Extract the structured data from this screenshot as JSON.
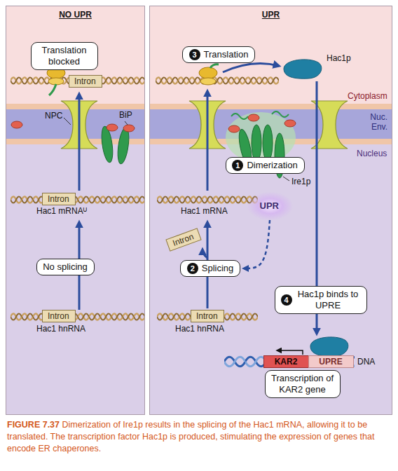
{
  "diagram": {
    "caption": "FIGURE 7.37 Dimerization of Ire1p results in the splicing of the Hac1 mRNA, allowing it to be translated. The transcription factor Hac1p is produced, stimulating the expression of genes that encode ER chaperones.",
    "nodes": [
      {
        "text": [
          "NO UPR"
        ]
      },
      {
        "text": [
          "Translation blocked"
        ],
        "in": 0
      },
      {
        "text": [
          "Intron"
        ],
        "in": 0
      },
      {
        "text": [
          "Intron"
        ],
        "in": 0
      },
      {
        "text": [
          "No splicing"
        ],
        "in": 0
      },
      {
        "text": [
          "Intron"
        ],
        "in": 0
      },
      {
        "text": [
          "UPR"
        ]
      },
      {
        "text": [
          "3",
          "Translation"
        ],
        "in": 6
      },
      {
        "text": [
          "1",
          "Dimerization"
        ],
        "in": 6
      },
      {
        "text": [
          "UPR"
        ],
        "in": 6
      },
      {
        "text": [
          "Intron"
        ],
        "in": 6
      },
      {
        "text": [
          "2",
          "Splicing"
        ],
        "in": 6
      },
      {
        "text": [
          "4",
          "Hac1p binds to UPRE"
        ],
        "in": 6
      },
      {
        "text": [
          "Intron"
        ],
        "in": 6
      },
      {
        "text": [
          "KAR2"
        ],
        "in": 6
      },
      {
        "text": [
          "UPRE"
        ],
        "in": 6
      },
      {
        "text": [
          "Transcription of KAR2 gene"
        ],
        "in": 6
      }
    ],
    "edges": [
      {
        "from": 9,
        "to": 11,
        "arrow": "to"
      }
    ],
    "labels": [
      "NPC",
      "BiP",
      "Hac1 mRNAᵁ",
      "Hac1 hnRNA",
      "Hac1p",
      "Cytoplasm",
      "Nuc. Env.",
      "Nucleus",
      "Ire1p",
      "Hac1 mRNA",
      "Hac1 hnRNA",
      "DNA"
    ]
  }
}
